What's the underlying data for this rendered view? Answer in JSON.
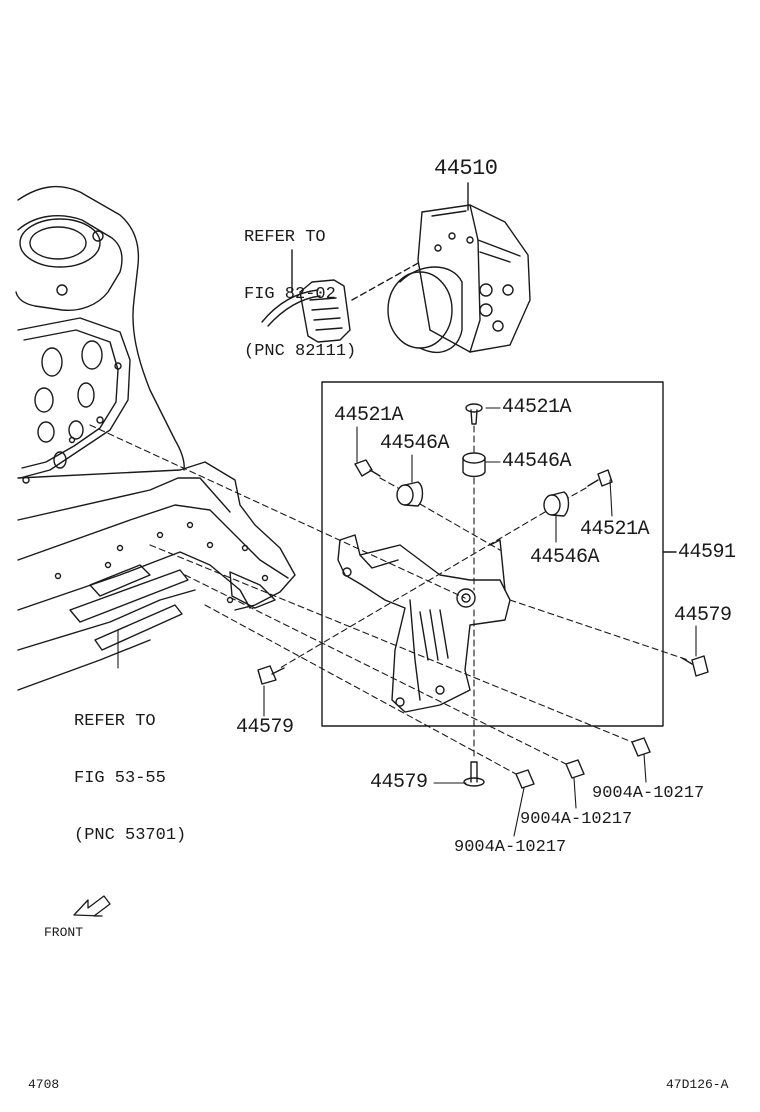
{
  "callouts": {
    "abs_actuator": "44510",
    "screw_top": "44521A",
    "screw_left": "44521A",
    "screw_right": "44521A",
    "cushion_top": "44546A",
    "cushion_left": "44546A",
    "cushion_right": "44546A",
    "bracket_assy": "44591",
    "bolt_right": "44579",
    "bolt_left": "44579",
    "bolt_bottom": "44579",
    "bolt_a": "9004A-10217",
    "bolt_b": "9004A-10217",
    "bolt_c": "9004A-10217"
  },
  "refer_harness": {
    "line1": "REFER TO",
    "line2": "FIG 82-02",
    "line3": "(PNC 82111)"
  },
  "refer_body": {
    "line1": "REFER TO",
    "line2": "FIG 53-55",
    "line3": "(PNC 53701)"
  },
  "front_label": "FRONT",
  "footer": {
    "page_number": "4708",
    "illustration_code": "47D126-A"
  }
}
